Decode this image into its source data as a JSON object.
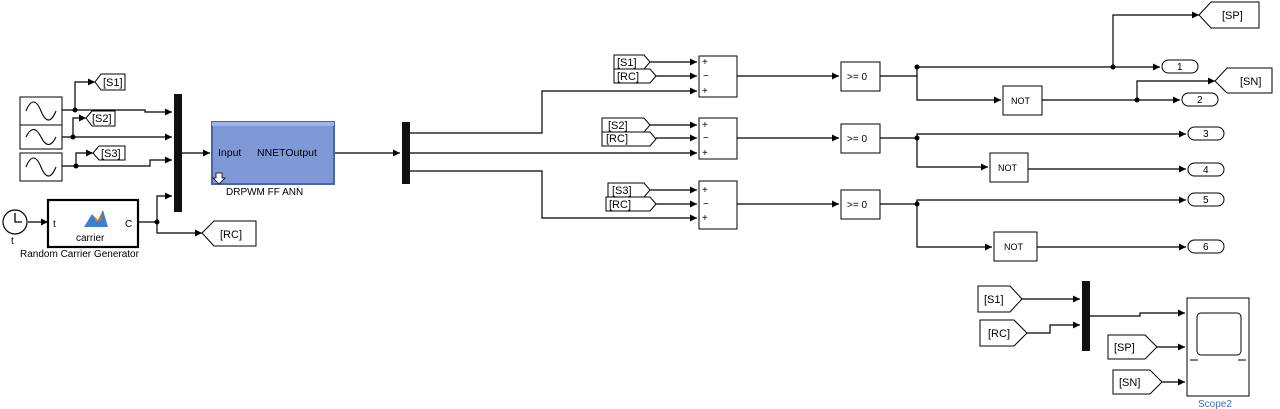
{
  "goto_tags": {
    "s1": "[S1]",
    "s2": "[S2]",
    "s3": "[S3]",
    "rc": "[RC]",
    "sp": "[SP]",
    "sn": "[SN]"
  },
  "from_tags": {
    "s1": "[S1]",
    "s2": "[S2]",
    "s3": "[S3]",
    "rc": "[RC]",
    "sp": "[SP]",
    "sn": "[SN]"
  },
  "clock": {
    "label": "t"
  },
  "carrier_block": {
    "in_port": "t",
    "out_port": "C",
    "name": "carrier",
    "caption": "Random Carrier Generator"
  },
  "nnet_block": {
    "in_port": "Input",
    "out_port": "NNETOutput",
    "caption": "DRPWM FF ANN"
  },
  "sum_signs": {
    "plus": "+",
    "minus": "−"
  },
  "compare": {
    "label": ">= 0"
  },
  "not_gate": {
    "label": "NOT"
  },
  "outports": [
    "1",
    "2",
    "3",
    "4",
    "5",
    "6"
  ],
  "scope": {
    "caption": "Scope2"
  },
  "colors": {
    "nnet_fill": "#7f99d6",
    "nnet_border": "#4a64a8",
    "scope_caption": "#3a6fc4",
    "matlab_orange": "#e07020",
    "matlab_blue": "#3a7fd0"
  }
}
